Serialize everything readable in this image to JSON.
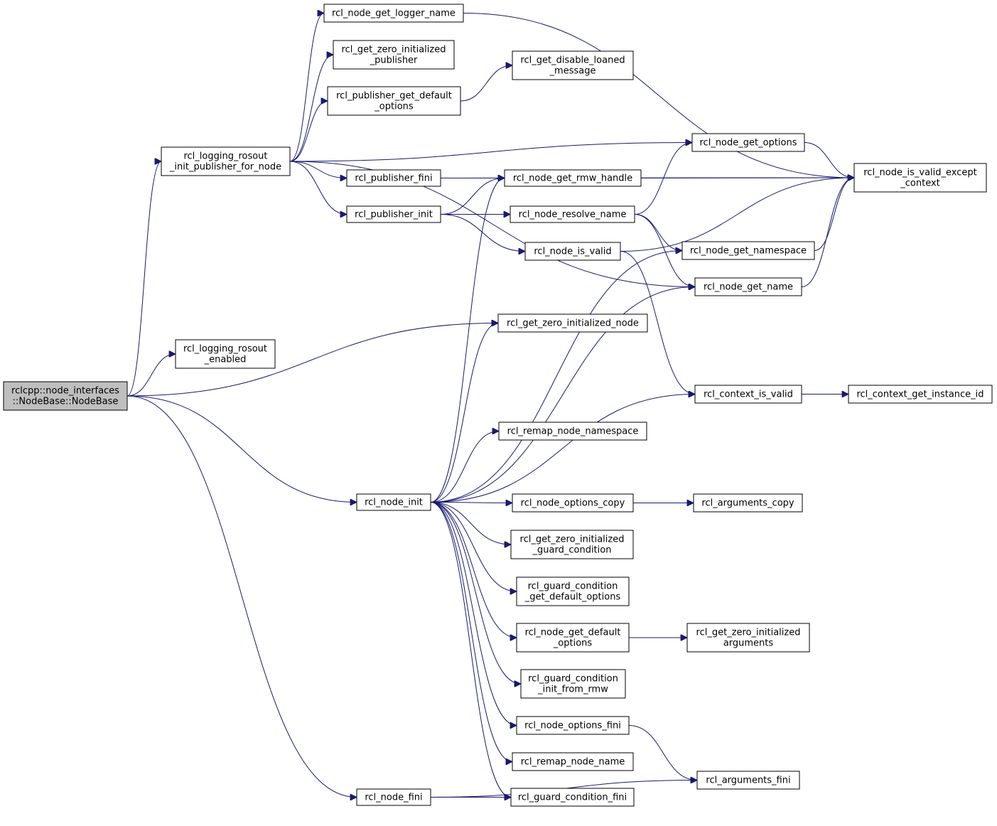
{
  "nodes": [
    {
      "id": "root",
      "lines": [
        "rclcpp::node_interfaces",
        "::NodeBase::NodeBase"
      ],
      "root": true
    },
    {
      "id": "rosout_init_pub",
      "lines": [
        "rcl_logging_rosout",
        "_init_publisher_for_node"
      ]
    },
    {
      "id": "rosout_enabled",
      "lines": [
        "rcl_logging_rosout",
        "_enabled"
      ]
    },
    {
      "id": "node_init",
      "lines": [
        "rcl_node_init"
      ]
    },
    {
      "id": "node_fini",
      "lines": [
        "rcl_node_fini"
      ]
    },
    {
      "id": "get_logger_name",
      "lines": [
        "rcl_node_get_logger_name"
      ]
    },
    {
      "id": "zero_init_pub",
      "lines": [
        "rcl_get_zero_initialized",
        "_publisher"
      ]
    },
    {
      "id": "pub_default_opts",
      "lines": [
        "rcl_publisher_get_default",
        "_options"
      ]
    },
    {
      "id": "pub_fini",
      "lines": [
        "rcl_publisher_fini"
      ]
    },
    {
      "id": "pub_init",
      "lines": [
        "rcl_publisher_init"
      ]
    },
    {
      "id": "disable_loaned",
      "lines": [
        "rcl_get_disable_loaned",
        "_message"
      ]
    },
    {
      "id": "get_rmw_handle",
      "lines": [
        "rcl_node_get_rmw_handle"
      ]
    },
    {
      "id": "resolve_name",
      "lines": [
        "rcl_node_resolve_name"
      ]
    },
    {
      "id": "is_valid",
      "lines": [
        "rcl_node_is_valid"
      ]
    },
    {
      "id": "zero_init_node",
      "lines": [
        "rcl_get_zero_initialized_node"
      ]
    },
    {
      "id": "remap_ns",
      "lines": [
        "rcl_remap_node_namespace"
      ]
    },
    {
      "id": "opts_copy",
      "lines": [
        "rcl_node_options_copy"
      ]
    },
    {
      "id": "zero_init_gc",
      "lines": [
        "rcl_get_zero_initialized",
        "_guard_condition"
      ]
    },
    {
      "id": "gc_default_opts",
      "lines": [
        "rcl_guard_condition",
        "_get_default_options"
      ]
    },
    {
      "id": "node_default_opts",
      "lines": [
        "rcl_node_get_default",
        "_options"
      ]
    },
    {
      "id": "gc_init_rmw",
      "lines": [
        "rcl_guard_condition",
        "_init_from_rmw"
      ]
    },
    {
      "id": "opts_fini",
      "lines": [
        "rcl_node_options_fini"
      ]
    },
    {
      "id": "remap_name",
      "lines": [
        "rcl_remap_node_name"
      ]
    },
    {
      "id": "gc_fini",
      "lines": [
        "rcl_guard_condition_fini"
      ]
    },
    {
      "id": "get_options",
      "lines": [
        "rcl_node_get_options"
      ]
    },
    {
      "id": "get_namespace",
      "lines": [
        "rcl_node_get_namespace"
      ]
    },
    {
      "id": "get_name",
      "lines": [
        "rcl_node_get_name"
      ]
    },
    {
      "id": "ctx_is_valid",
      "lines": [
        "rcl_context_is_valid"
      ]
    },
    {
      "id": "args_copy",
      "lines": [
        "rcl_arguments_copy"
      ]
    },
    {
      "id": "zero_init_args",
      "lines": [
        "rcl_get_zero_initialized",
        "arguments"
      ]
    },
    {
      "id": "args_fini",
      "lines": [
        "rcl_arguments_fini"
      ]
    },
    {
      "id": "valid_except_ctx",
      "lines": [
        "rcl_node_is_valid_except",
        "_context"
      ]
    },
    {
      "id": "ctx_instance_id",
      "lines": [
        "rcl_context_get_instance_id"
      ]
    }
  ],
  "edges": [
    [
      "root",
      "rosout_init_pub"
    ],
    [
      "root",
      "rosout_enabled"
    ],
    [
      "root",
      "zero_init_node"
    ],
    [
      "root",
      "node_init"
    ],
    [
      "root",
      "node_fini"
    ],
    [
      "rosout_init_pub",
      "get_logger_name"
    ],
    [
      "rosout_init_pub",
      "zero_init_pub"
    ],
    [
      "rosout_init_pub",
      "pub_default_opts"
    ],
    [
      "rosout_init_pub",
      "get_options"
    ],
    [
      "rosout_init_pub",
      "pub_fini"
    ],
    [
      "rosout_init_pub",
      "pub_init"
    ],
    [
      "rosout_init_pub",
      "get_name"
    ],
    [
      "get_logger_name",
      "valid_except_ctx"
    ],
    [
      "pub_default_opts",
      "disable_loaned"
    ],
    [
      "pub_fini",
      "get_rmw_handle"
    ],
    [
      "pub_fini",
      "valid_except_ctx"
    ],
    [
      "pub_init",
      "get_rmw_handle"
    ],
    [
      "pub_init",
      "resolve_name"
    ],
    [
      "pub_init",
      "is_valid"
    ],
    [
      "get_options",
      "valid_except_ctx"
    ],
    [
      "get_rmw_handle",
      "valid_except_ctx"
    ],
    [
      "resolve_name",
      "get_options"
    ],
    [
      "resolve_name",
      "get_namespace"
    ],
    [
      "resolve_name",
      "get_name"
    ],
    [
      "is_valid",
      "valid_except_ctx"
    ],
    [
      "is_valid",
      "ctx_is_valid"
    ],
    [
      "get_namespace",
      "valid_except_ctx"
    ],
    [
      "get_name",
      "valid_except_ctx"
    ],
    [
      "ctx_is_valid",
      "ctx_instance_id"
    ],
    [
      "node_init",
      "get_rmw_handle"
    ],
    [
      "node_init",
      "zero_init_node"
    ],
    [
      "node_init",
      "get_namespace"
    ],
    [
      "node_init",
      "get_name"
    ],
    [
      "node_init",
      "remap_ns"
    ],
    [
      "node_init",
      "ctx_is_valid"
    ],
    [
      "node_init",
      "opts_copy"
    ],
    [
      "node_init",
      "zero_init_gc"
    ],
    [
      "node_init",
      "gc_default_opts"
    ],
    [
      "node_init",
      "node_default_opts"
    ],
    [
      "node_init",
      "gc_init_rmw"
    ],
    [
      "node_init",
      "opts_fini"
    ],
    [
      "node_init",
      "remap_name"
    ],
    [
      "node_init",
      "gc_fini"
    ],
    [
      "opts_copy",
      "args_copy"
    ],
    [
      "node_default_opts",
      "zero_init_args"
    ],
    [
      "opts_fini",
      "args_fini"
    ],
    [
      "node_fini",
      "gc_fini"
    ],
    [
      "node_fini",
      "args_fini"
    ]
  ]
}
